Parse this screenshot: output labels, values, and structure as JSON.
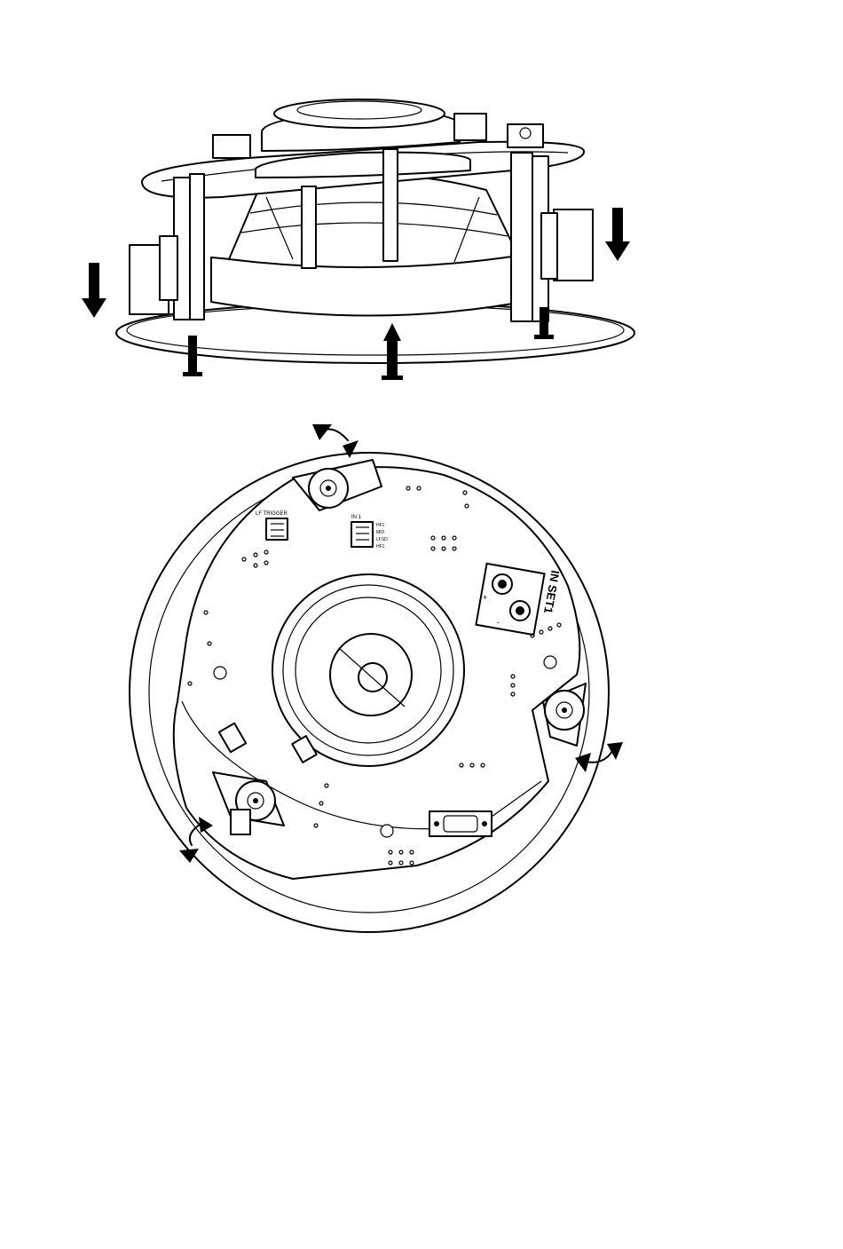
{
  "figure": {
    "side_view": {
      "icon": "speaker-assembly-side-view",
      "arrows": [
        "down-arrow",
        "down-arrow"
      ]
    },
    "bottom_view": {
      "icon": "speaker-pcb-bottom-view",
      "arrows": [
        "rotate-arrow",
        "rotate-arrow",
        "rotate-arrow"
      ],
      "silkscreen": {
        "input_label": "IN SET1",
        "port_label_left": "LF TRIGGER",
        "port_label_right": "IN 1",
        "pin_labels": [
          "HF1",
          "MID",
          "LFSD",
          "HF1"
        ],
        "terminal_marks": [
          "+",
          "-"
        ]
      }
    }
  }
}
